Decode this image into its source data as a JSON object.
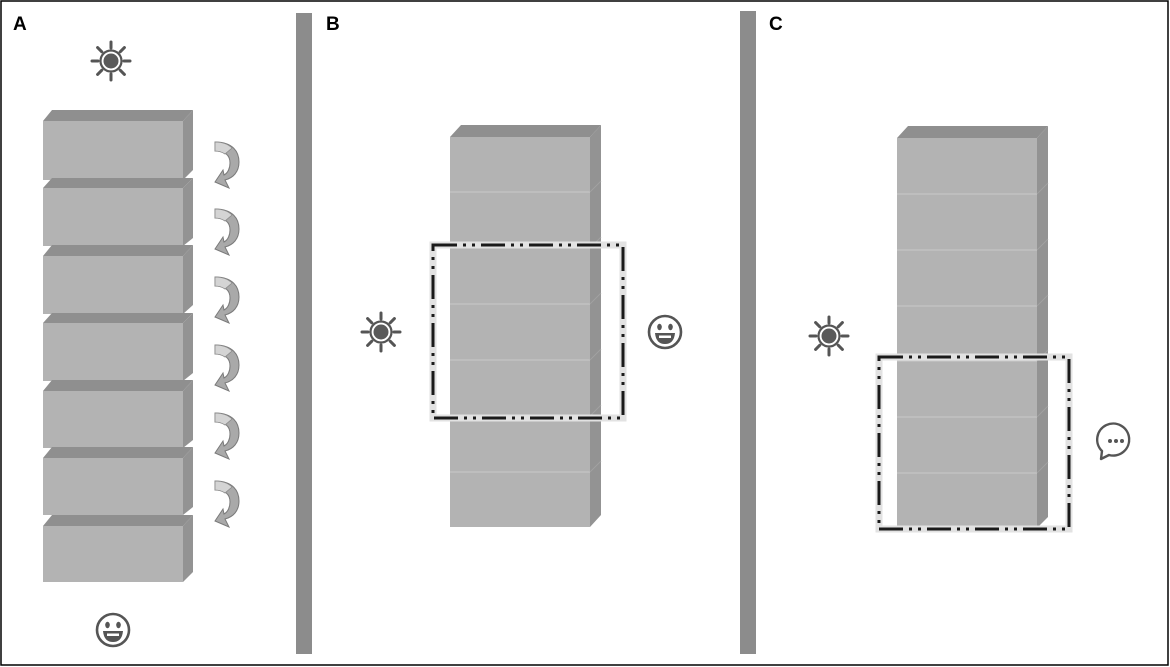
{
  "panels": [
    {
      "label": "A",
      "layers": 7,
      "icons": [
        "sun-icon",
        "smiley-icon",
        "curved-arrow-icon"
      ]
    },
    {
      "label": "B",
      "layers": 7,
      "highlighted_layers": [
        3,
        5
      ],
      "icons": [
        "sun-icon",
        "smiley-icon"
      ]
    },
    {
      "label": "C",
      "layers": 7,
      "highlighted_layers": [
        5,
        7
      ],
      "icons": [
        "sun-icon",
        "speech-bubble-icon"
      ]
    }
  ],
  "colors": {
    "block_face": "#b3b3b3",
    "block_top": "#8f8f8f",
    "block_side": "#939393",
    "divider": "#8c8c8c",
    "icon": "#555555",
    "dash": "#1a1a1a",
    "frame": "#000000"
  }
}
